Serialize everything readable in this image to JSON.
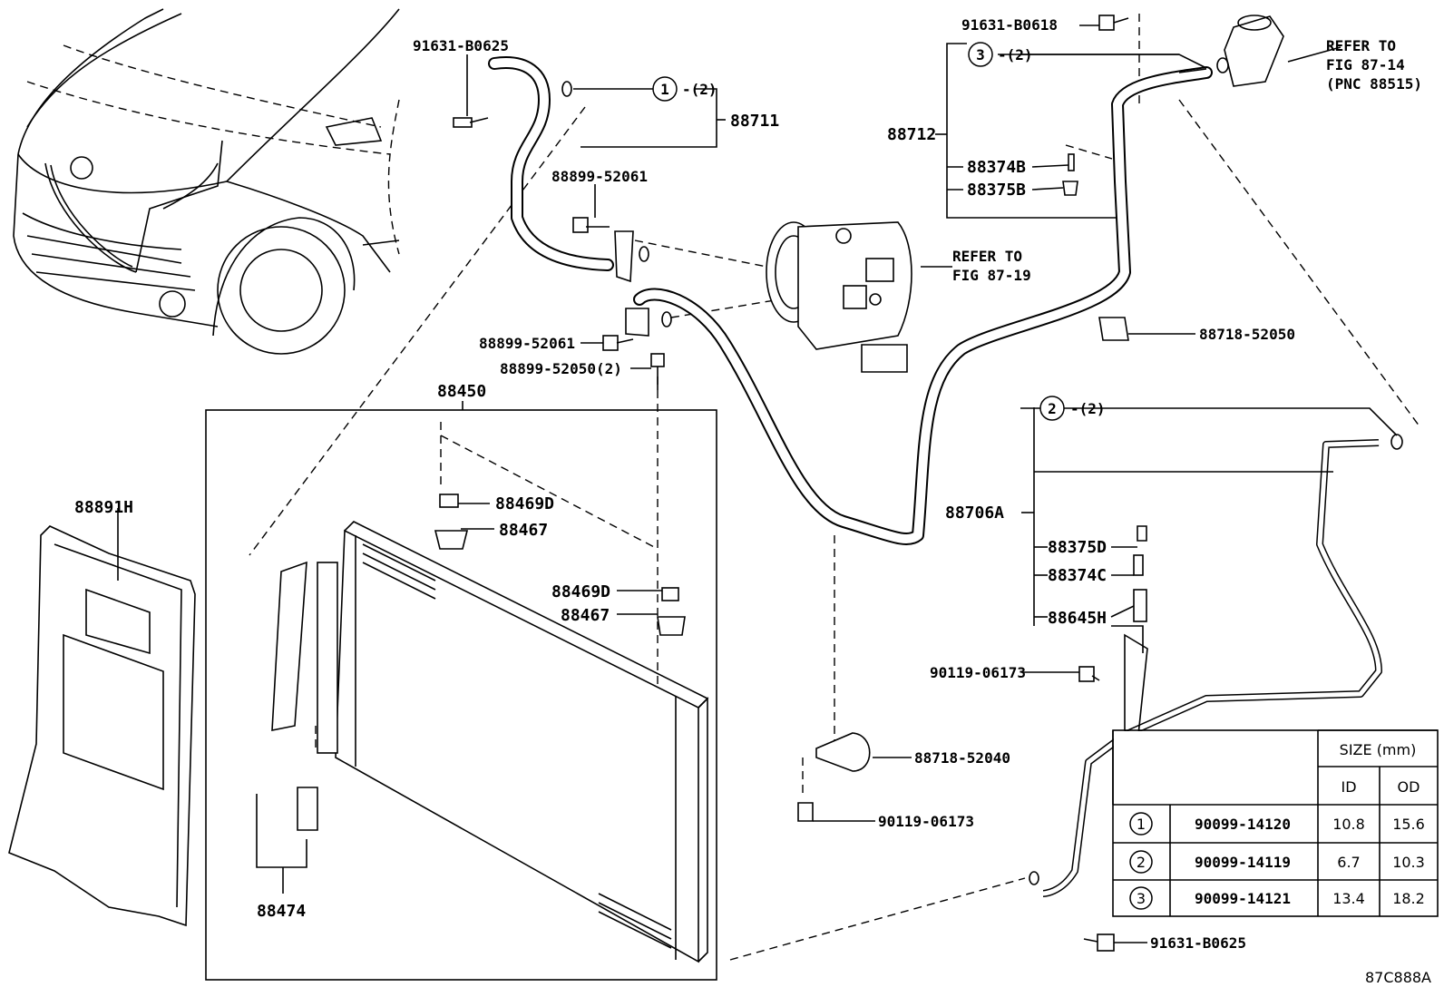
{
  "labels": {
    "p91631_b0625_top": "91631-B0625",
    "p88711": "88711",
    "p1_qty": "-(2)",
    "p88899_52061_a": "88899-52061",
    "p88899_52061_b": "88899-52061",
    "p88899_52050": "88899-52050(2)",
    "p88450": "88450",
    "p88469D_a": "88469D",
    "p88467_a": "88467",
    "p88469D_b": "88469D",
    "p88467_b": "88467",
    "p88474": "88474",
    "p88891H": "88891H",
    "p91631_b0618": "91631-B0618",
    "p3_qty": "-(2)",
    "p88712": "88712",
    "p88374B": "88374B",
    "p88375B": "88375B",
    "refer_87_14_a": "REFER TO",
    "refer_87_14_b": "FIG 87-14",
    "refer_87_14_c": "(PNC 88515)",
    "refer_87_19_a": "REFER TO",
    "refer_87_19_b": "FIG 87-19",
    "p88718_52050": "88718-52050",
    "p2_qty": "-(2)",
    "p88706A": "88706A",
    "p88375D": "88375D",
    "p88374C": "88374C",
    "p88645H": "88645H",
    "p90119_06173_a": "90119-06173",
    "p88718_52040": "88718-52040",
    "p90119_06173_b": "90119-06173",
    "p91631_b0625_bot": "91631-B0625",
    "circle1": "1",
    "circle2": "2",
    "circle3": "3"
  },
  "size_table": {
    "header": "SIZE (mm)",
    "col_id": "ID",
    "col_od": "OD",
    "rows": [
      {
        "num": "1",
        "part": "90099-14120",
        "id": "10.8",
        "od": "15.6"
      },
      {
        "num": "2",
        "part": "90099-14119",
        "id": "6.7",
        "od": "10.3"
      },
      {
        "num": "3",
        "part": "90099-14121",
        "id": "13.4",
        "od": "18.2"
      }
    ]
  },
  "figure_code": "87C888A"
}
